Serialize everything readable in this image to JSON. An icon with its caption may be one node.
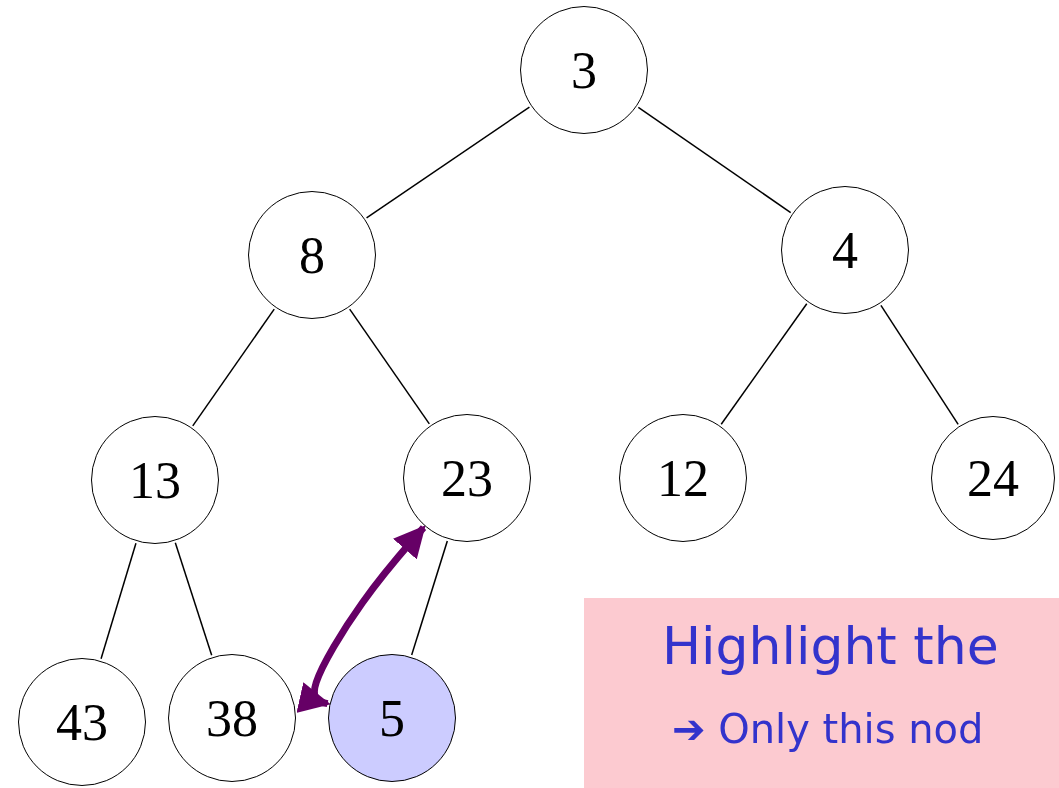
{
  "diagram": {
    "nodes": [
      {
        "text": [
          "3"
        ]
      },
      {
        "text": [
          "8"
        ]
      },
      {
        "text": [
          "4"
        ]
      },
      {
        "text": [
          "13"
        ]
      },
      {
        "text": [
          "23"
        ]
      },
      {
        "text": [
          "12"
        ]
      },
      {
        "text": [
          "24"
        ]
      },
      {
        "text": [
          "43"
        ]
      },
      {
        "text": [
          "38"
        ]
      },
      {
        "text": [
          "5"
        ]
      },
      {
        "text": [
          "Highlight the",
          "➔ Only this nod"
        ]
      }
    ],
    "edges": [
      {
        "from": 0,
        "to": 1,
        "arrow": "none"
      },
      {
        "from": 0,
        "to": 2,
        "arrow": "none"
      },
      {
        "from": 1,
        "to": 3,
        "arrow": "none"
      },
      {
        "from": 1,
        "to": 4,
        "arrow": "none"
      },
      {
        "from": 2,
        "to": 5,
        "arrow": "none"
      },
      {
        "from": 2,
        "to": 6,
        "arrow": "none"
      },
      {
        "from": 3,
        "to": 7,
        "arrow": "none"
      },
      {
        "from": 3,
        "to": 8,
        "arrow": "none"
      },
      {
        "from": 4,
        "to": 9,
        "arrow": "none"
      },
      {
        "from": 9,
        "to": 4,
        "arrow": "both",
        "style": "thick",
        "color": "#660066"
      }
    ]
  }
}
